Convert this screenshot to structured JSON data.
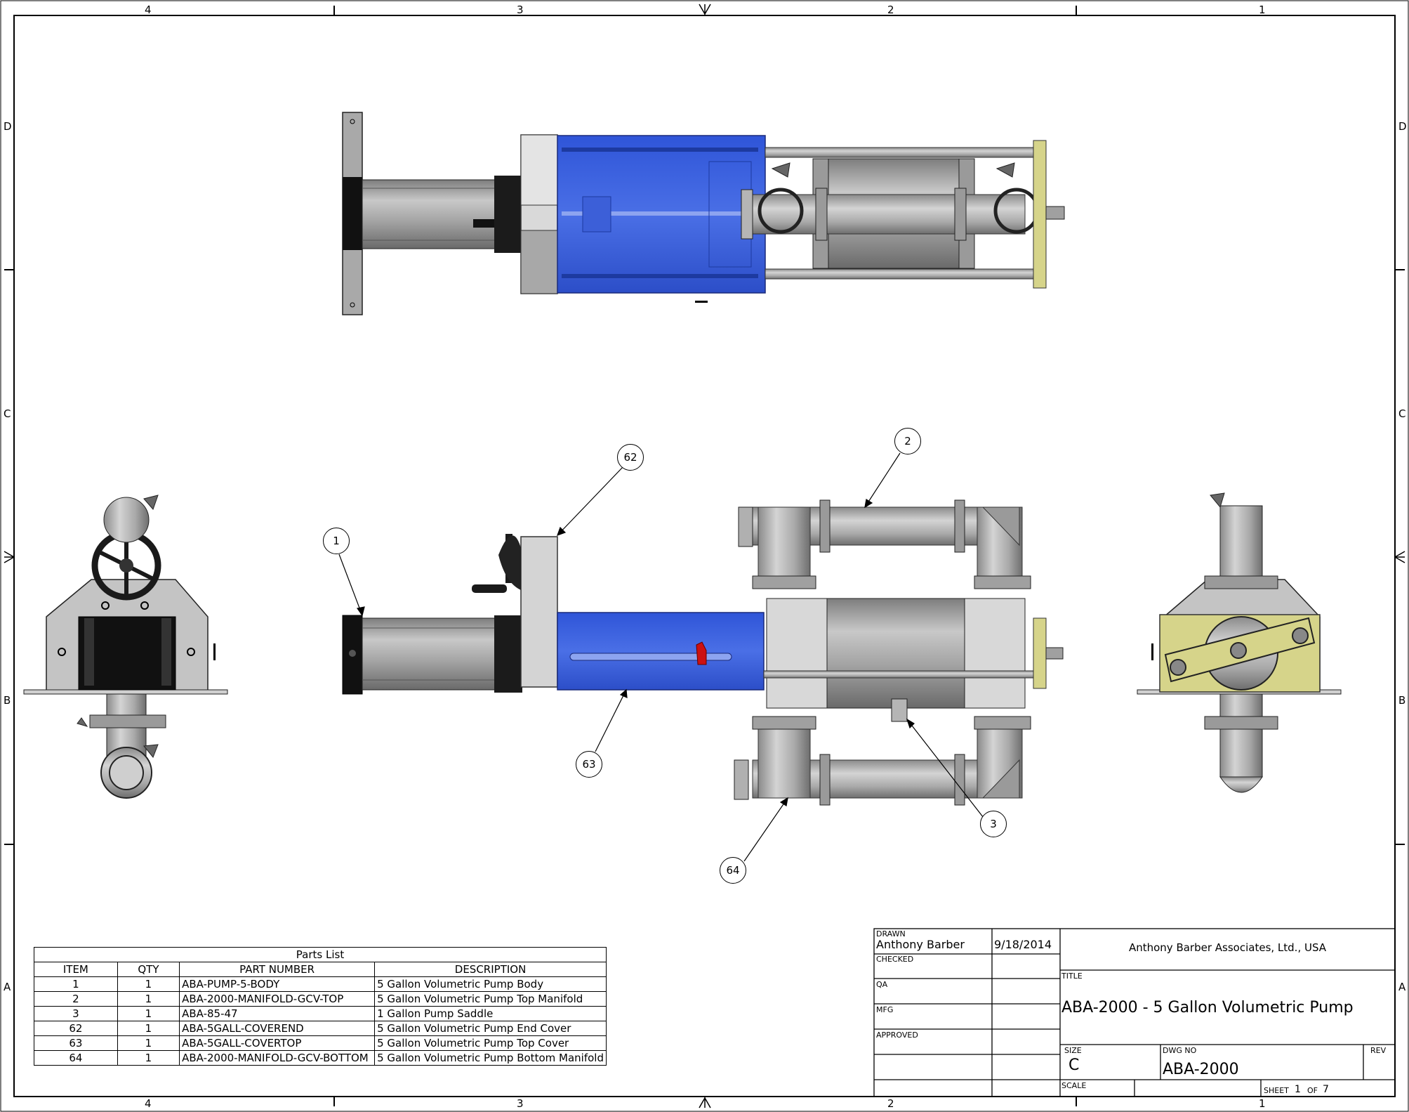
{
  "border": {
    "columns_top": [
      "4",
      "3",
      "2",
      "1"
    ],
    "columns_bottom": [
      "4",
      "3",
      "2",
      "1"
    ],
    "rows_left": [
      "D",
      "C",
      "B",
      "A"
    ],
    "rows_right": [
      "D",
      "C",
      "B",
      "A"
    ]
  },
  "balloons": [
    "1",
    "2",
    "3",
    "62",
    "63",
    "64"
  ],
  "parts_list": {
    "title": "Parts List",
    "headers": [
      "ITEM",
      "QTY",
      "PART NUMBER",
      "DESCRIPTION"
    ],
    "rows": [
      [
        "1",
        "1",
        "ABA-PUMP-5-BODY",
        "5 Gallon Volumetric Pump Body"
      ],
      [
        "2",
        "1",
        "ABA-2000-MANIFOLD-GCV-TOP",
        "5 Gallon Volumetric Pump Top Manifold"
      ],
      [
        "3",
        "1",
        "ABA-85-47",
        "1 Gallon Pump Saddle"
      ],
      [
        "62",
        "1",
        "ABA-5GALL-COVEREND",
        "5 Gallon Volumetric Pump End Cover"
      ],
      [
        "63",
        "1",
        "ABA-5GALL-COVERTOP",
        "5 Gallon Volumetric Pump Top Cover"
      ],
      [
        "64",
        "1",
        "ABA-2000-MANIFOLD-GCV-BOTTOM",
        "5 Gallon Volumetric Pump Bottom Manifold"
      ]
    ]
  },
  "title_block": {
    "drawn_label": "DRAWN",
    "drawn_by": "Anthony Barber",
    "drawn_date": "9/18/2014",
    "checked_label": "CHECKED",
    "qa_label": "QA",
    "mfg_label": "MFG",
    "approved_label": "APPROVED",
    "company": "Anthony Barber Associates, Ltd., USA",
    "title_label": "TITLE",
    "title": "ABA-2000 - 5 Gallon Volumetric Pump",
    "size_label": "SIZE",
    "size": "C",
    "dwg_no_label": "DWG NO",
    "dwg_no": "ABA-2000",
    "rev_label": "REV",
    "scale_label": "SCALE",
    "sheet_label": "SHEET",
    "sheet": "1",
    "of_label": "OF",
    "sheets_total": "7"
  },
  "colors": {
    "cover_blue": "#3a5fd6",
    "steel": "#b8b8b8",
    "dark": "#1a1a1a",
    "saddle": "#d6d48a",
    "red_marker": "#cc1111"
  }
}
